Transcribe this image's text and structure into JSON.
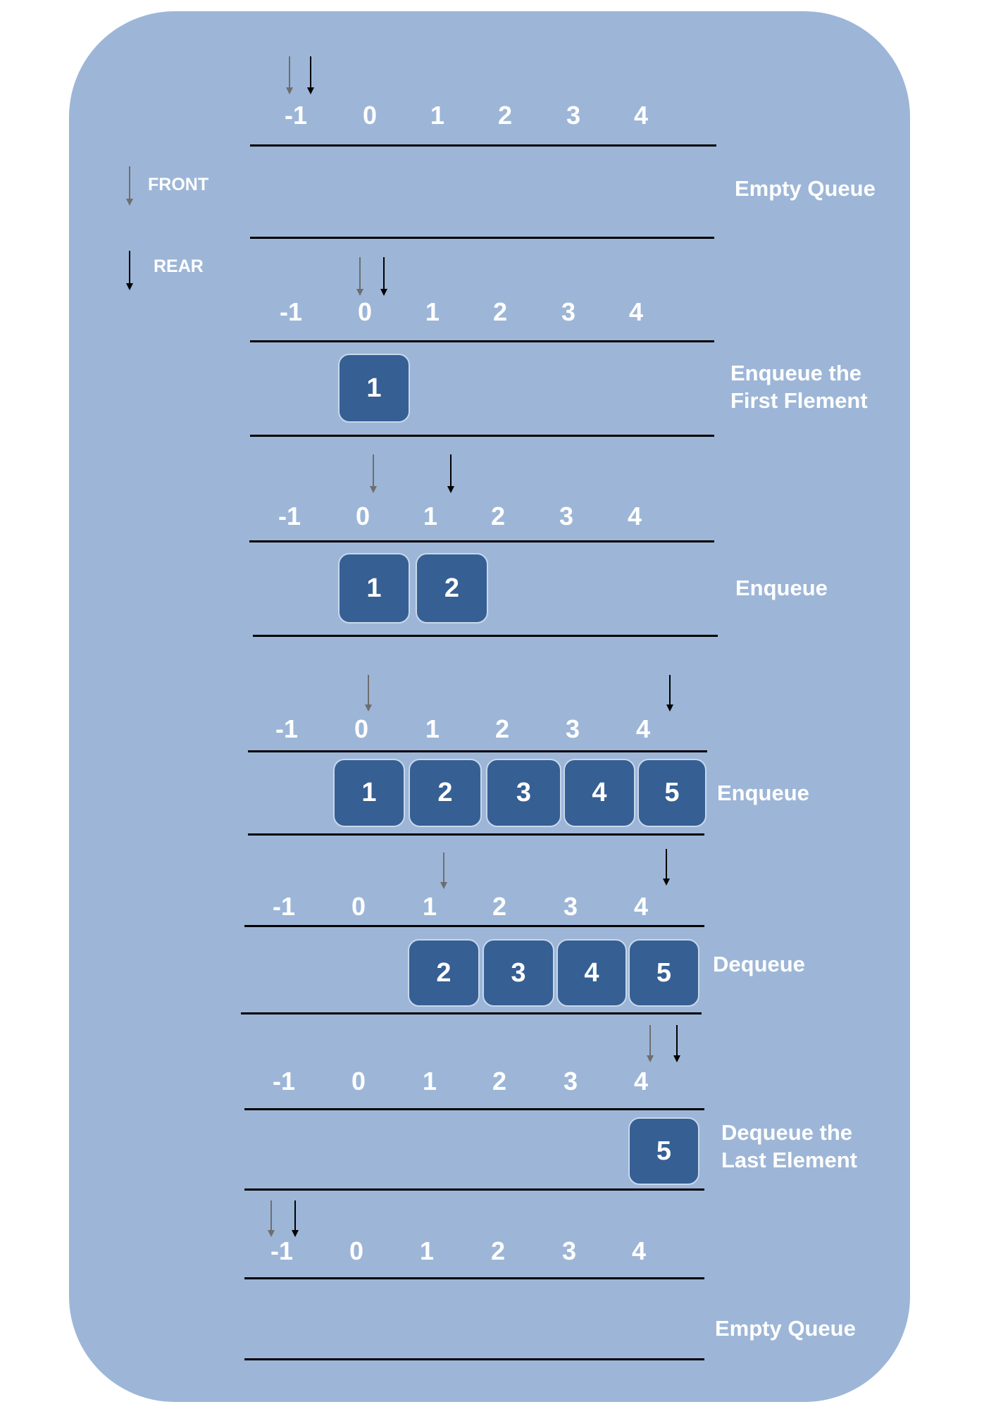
{
  "legend": {
    "front_label": "FRONT",
    "rear_label": "REAR"
  },
  "colors": {
    "panel": "#9db6d7",
    "cell": "#365f93",
    "front_arrow": "#6e6e6e",
    "rear_arrow": "#000000"
  },
  "stages": [
    {
      "indices": [
        "-1",
        "0",
        "1",
        "2",
        "3",
        "4"
      ],
      "cells": [],
      "caption": [
        "Empty Queue"
      ],
      "front": "-1",
      "rear": "-1"
    },
    {
      "indices": [
        "-1",
        "0",
        "1",
        "2",
        "3",
        "4"
      ],
      "cells": [
        {
          "slot": "0",
          "value": "1"
        }
      ],
      "caption": [
        "Enqueue the",
        "First Flement"
      ],
      "front": "0",
      "rear": "0"
    },
    {
      "indices": [
        "-1",
        "0",
        "1",
        "2",
        "3",
        "4"
      ],
      "cells": [
        {
          "slot": "0",
          "value": "1"
        },
        {
          "slot": "1",
          "value": "2"
        }
      ],
      "caption": [
        "Enqueue"
      ],
      "front": "0",
      "rear": "1"
    },
    {
      "indices": [
        "-1",
        "0",
        "1",
        "2",
        "3",
        "4"
      ],
      "cells": [
        {
          "slot": "0",
          "value": "1"
        },
        {
          "slot": "1",
          "value": "2"
        },
        {
          "slot": "2",
          "value": "3"
        },
        {
          "slot": "3",
          "value": "4"
        },
        {
          "slot": "4",
          "value": "5"
        }
      ],
      "caption": [
        "Enqueue"
      ],
      "front": "0",
      "rear": "4"
    },
    {
      "indices": [
        "-1",
        "0",
        "1",
        "2",
        "3",
        "4"
      ],
      "cells": [
        {
          "slot": "1",
          "value": "2"
        },
        {
          "slot": "2",
          "value": "3"
        },
        {
          "slot": "3",
          "value": "4"
        },
        {
          "slot": "4",
          "value": "5"
        }
      ],
      "caption": [
        "Dequeue"
      ],
      "front": "1",
      "rear": "4"
    },
    {
      "indices": [
        "-1",
        "0",
        "1",
        "2",
        "3",
        "4"
      ],
      "cells": [
        {
          "slot": "4",
          "value": "5"
        }
      ],
      "caption": [
        "Dequeue the",
        "Last Element"
      ],
      "front": "4",
      "rear": "4"
    },
    {
      "indices": [
        "-1",
        "0",
        "1",
        "2",
        "3",
        "4"
      ],
      "cells": [],
      "caption": [
        "Empty Queue"
      ],
      "front": "-1",
      "rear": "-1"
    }
  ]
}
